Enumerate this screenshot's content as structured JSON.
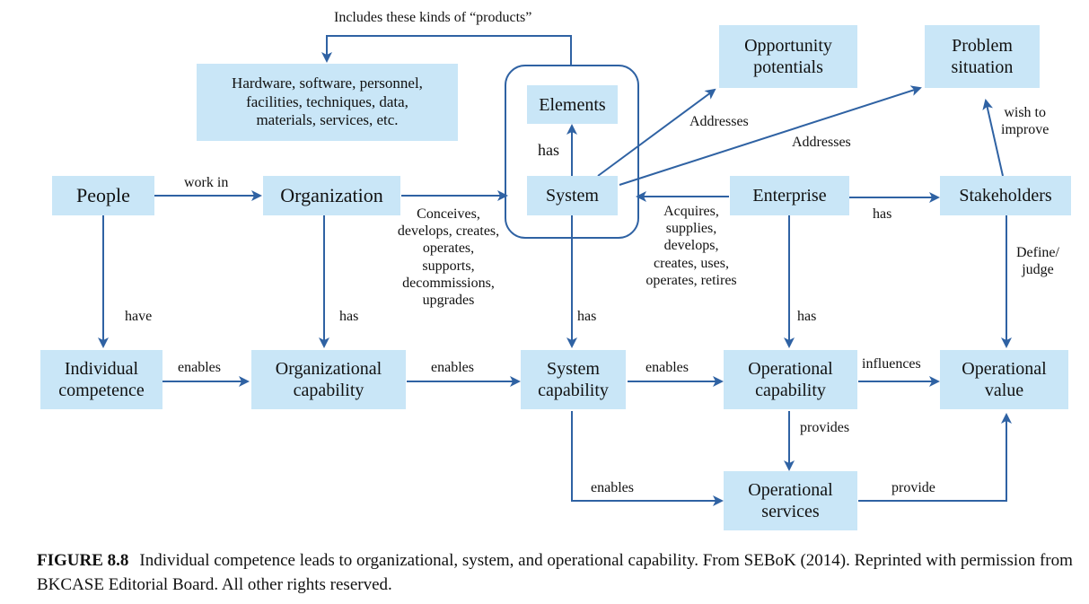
{
  "title_note": "Includes these kinds of “products”",
  "boxes": {
    "products": [
      "Hardware, software, personnel,",
      "facilities, techniques, data,",
      "materials, services, etc."
    ],
    "opportunity": [
      "Opportunity",
      "potentials"
    ],
    "problem": [
      "Problem",
      "situation"
    ],
    "elements": "Elements",
    "system": "System",
    "people": "People",
    "organization": "Organization",
    "enterprise": "Enterprise",
    "stakeholders": "Stakeholders",
    "individual_competence": [
      "Individual",
      "competence"
    ],
    "org_capability": [
      "Organizational",
      "capability"
    ],
    "system_capability": [
      "System",
      "capability"
    ],
    "operational_capability": [
      "Operational",
      "capability"
    ],
    "operational_value": [
      "Operational",
      "value"
    ],
    "operational_services": [
      "Operational",
      "services"
    ]
  },
  "labels": {
    "work_in": "work in",
    "has_elements": "has",
    "addresses_1": "Addresses",
    "addresses_2": "Addresses",
    "wish_to_improve": [
      "wish to",
      "improve"
    ],
    "conceives": [
      "Conceives,",
      "develops, creates,",
      "operates,",
      "supports,",
      "decommissions,",
      "upgrades"
    ],
    "acquires": [
      "Acquires,",
      "supplies,",
      "develops,",
      "creates, uses,",
      "operates, retires"
    ],
    "has_stakeholders": "has",
    "define_judge": [
      "Define/",
      "judge"
    ],
    "have": "have",
    "has_org": "has",
    "has_system": "has",
    "has_enterprise": "has",
    "enables_1": "enables",
    "enables_2": "enables",
    "enables_3": "enables",
    "influences": "influences",
    "provides": "provides",
    "enables_4": "enables",
    "provide": "provide"
  },
  "caption": {
    "figure": "FIGURE 8.8",
    "text": "Individual competence leads to organizational, system, and operational capability. From SEBoK (2014). Reprinted with permission from BKCASE Editorial Board. All other rights reserved."
  },
  "colors": {
    "box_fill": "#c9e6f7",
    "arrow": "#2f62a3"
  }
}
